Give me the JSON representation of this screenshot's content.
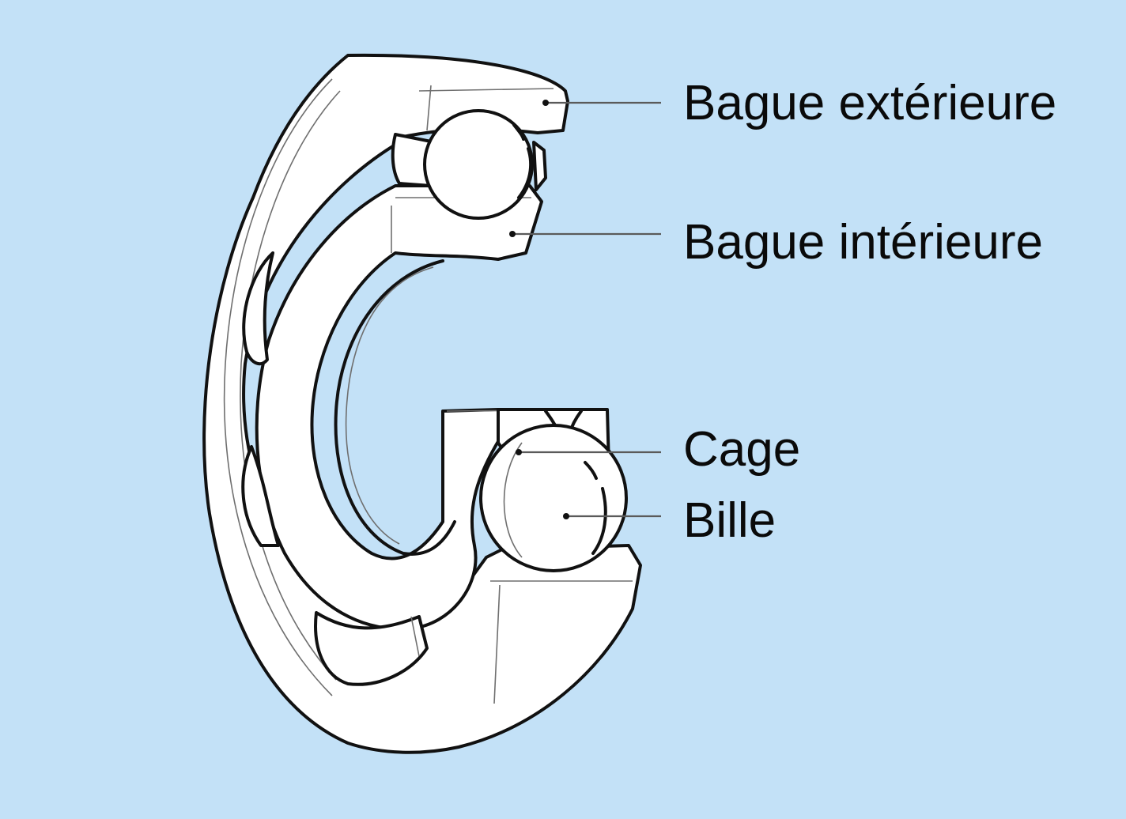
{
  "labels": {
    "outer_ring": "Bague extérieure",
    "inner_ring": "Bague intérieure",
    "cage": "Cage",
    "ball": "Bille"
  },
  "colors": {
    "background": "#c3e1f7",
    "line": "#111111",
    "fill": "#ffffff",
    "leader": "#5a5a5a"
  }
}
